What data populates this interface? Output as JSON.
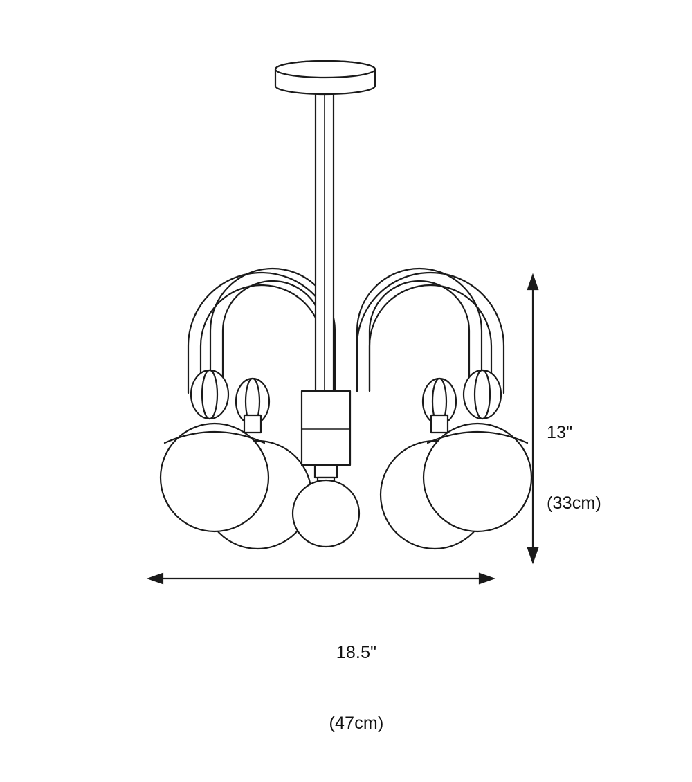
{
  "diagram": {
    "type": "product-dimension-drawing",
    "subject": "five-light globe chandelier",
    "background_color": "#ffffff",
    "line_color": "#1a1a1a",
    "fill_color": "#ffffff",
    "dimensions": {
      "height": {
        "primary": "13\"",
        "metric": "(33cm)",
        "orientation": "vertical",
        "position": "right"
      },
      "width": {
        "primary": "18.5\"",
        "metric": "(47cm)",
        "orientation": "horizontal",
        "position": "bottom"
      }
    },
    "parts": [
      "ceiling-canopy",
      "down-rod",
      "center-body",
      "curved-arms",
      "ring-collars",
      "glass-globes"
    ]
  }
}
